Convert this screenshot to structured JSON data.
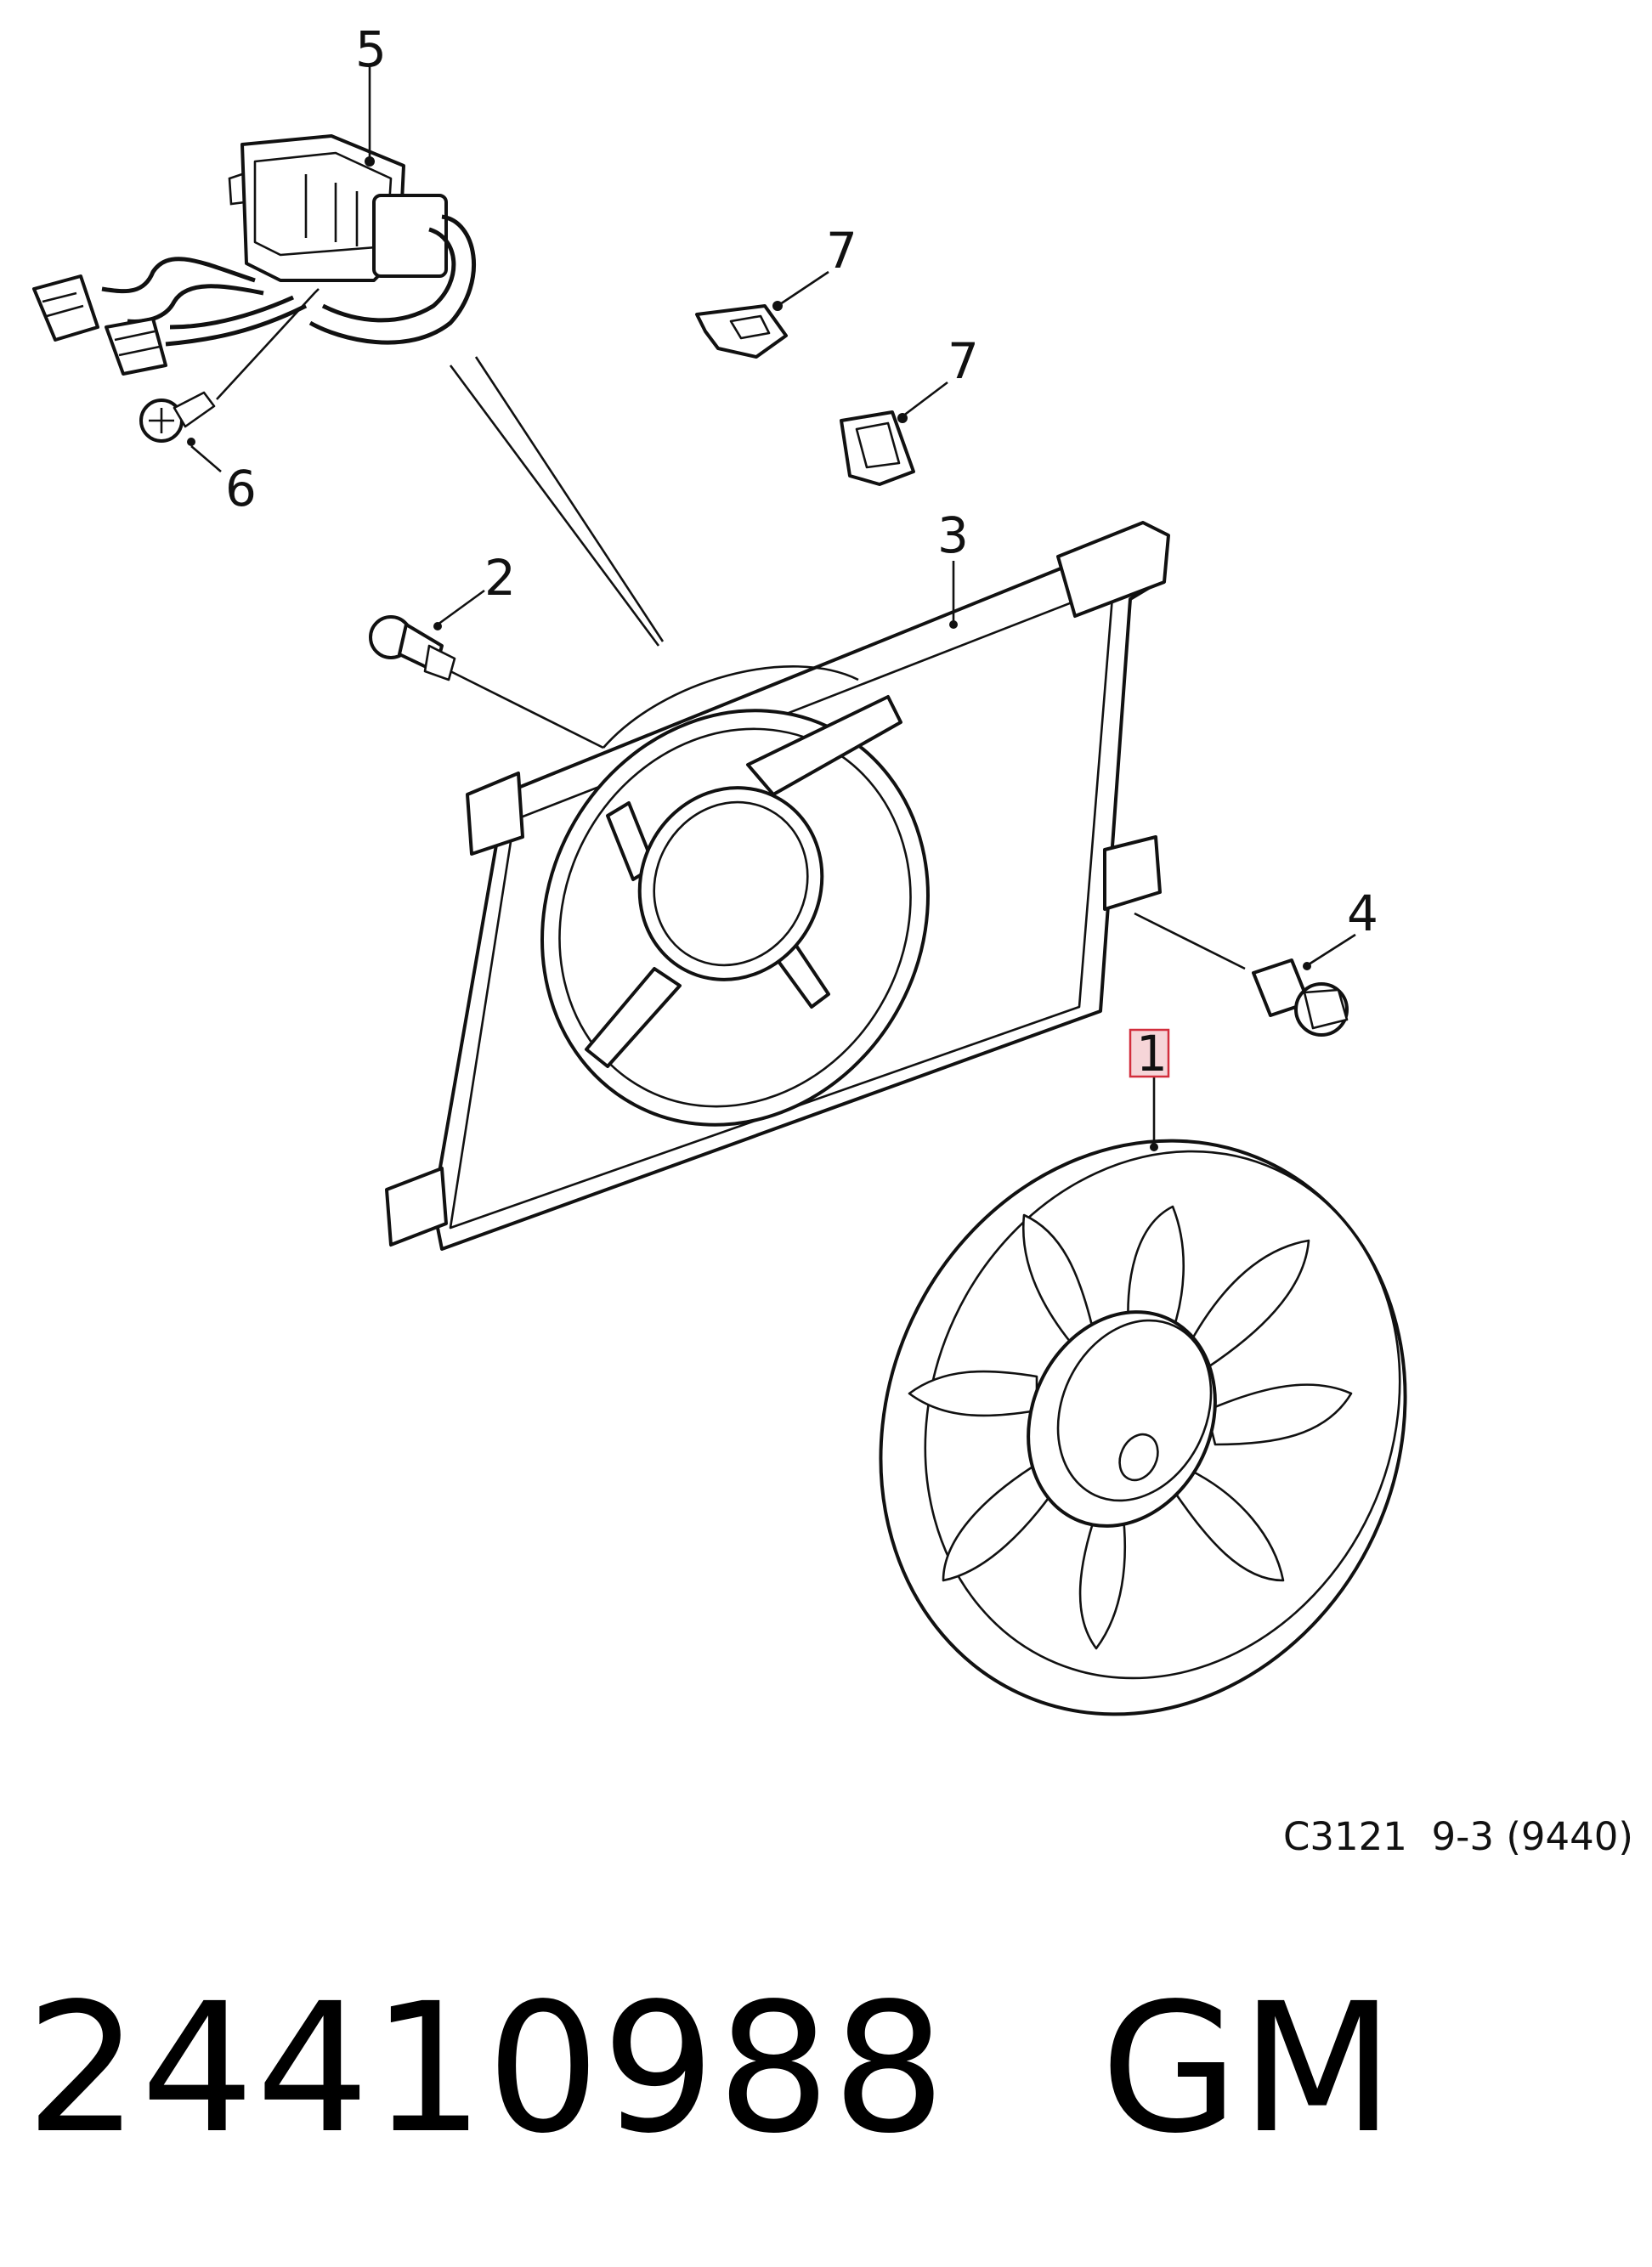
{
  "callouts": {
    "c1": "1",
    "c2": "2",
    "c3": "3",
    "c4": "4",
    "c5": "5",
    "c6": "6",
    "c7a": "7",
    "c7b": "7"
  },
  "reference_code": "C3121  9-3 (9440)",
  "part_number": "24410988",
  "brand": "GM",
  "colors": {
    "line": "#111111",
    "highlight_fill": "#f6d5d8",
    "highlight_stroke": "#d22e3c"
  }
}
